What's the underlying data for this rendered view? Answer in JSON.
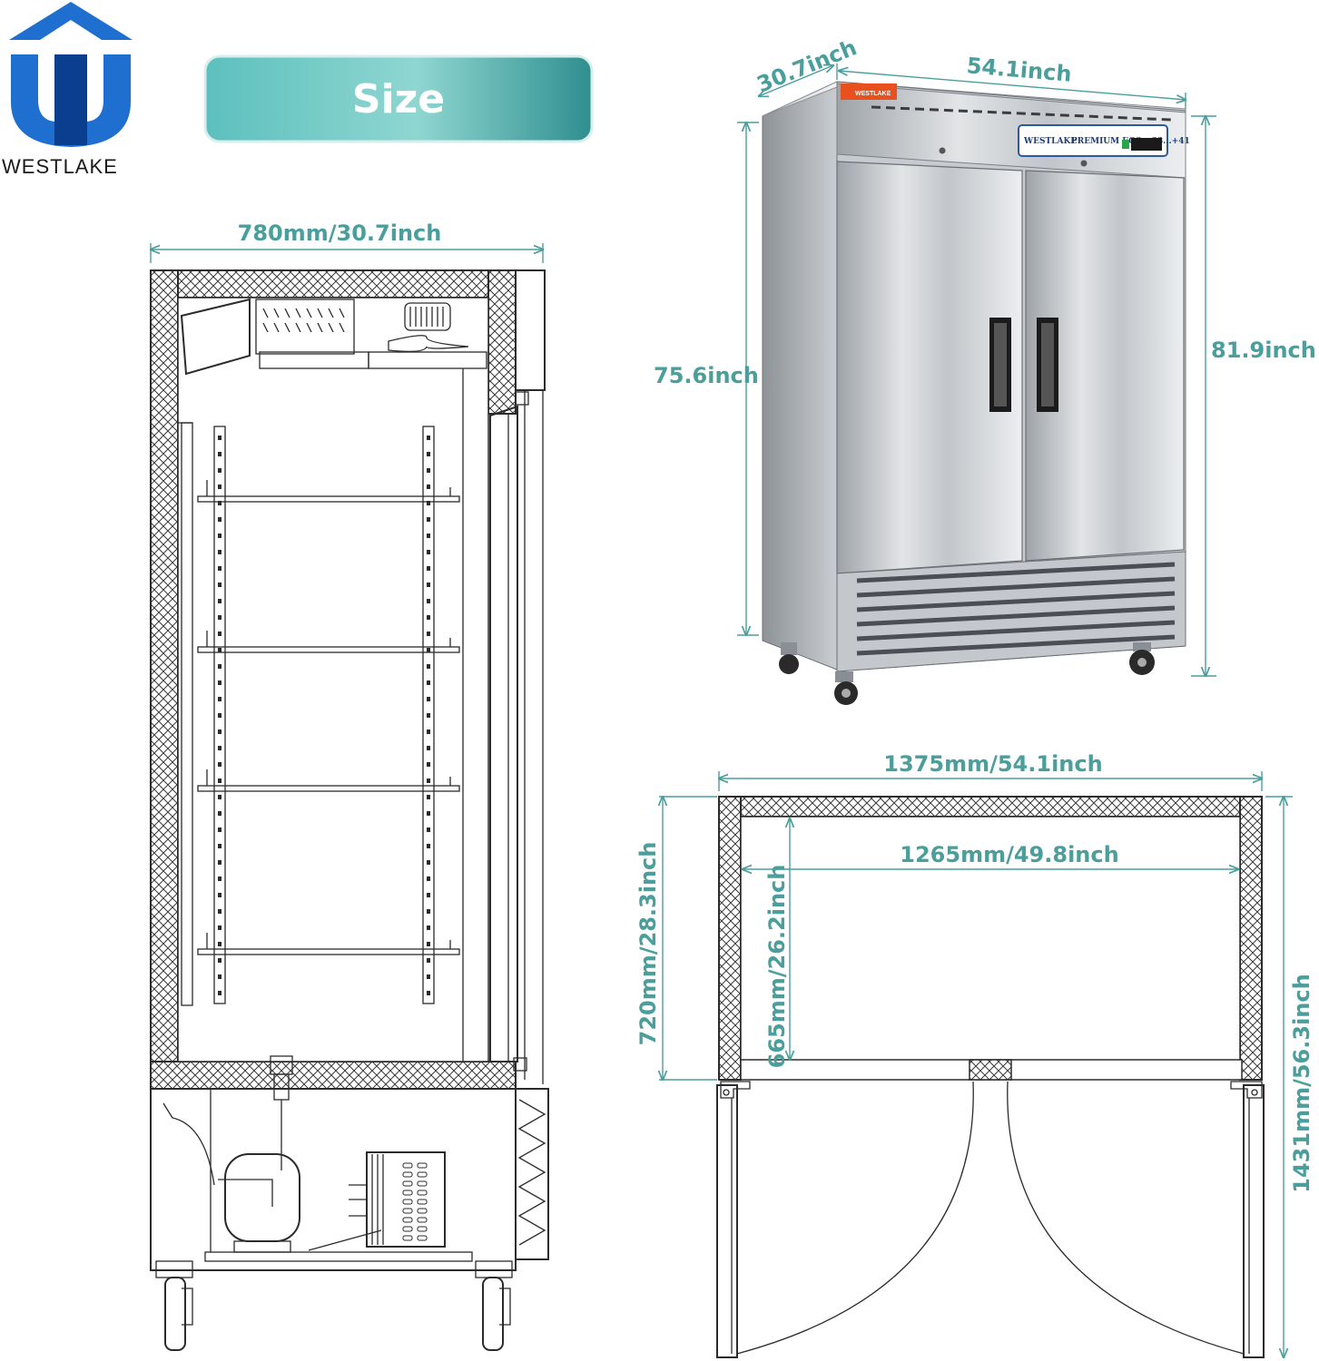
{
  "brand": {
    "name_part1": "WEST",
    "name_part2": "LAKE",
    "colors": {
      "logo_blue": "#1f6fd0",
      "logo_dark": "#0b3e8f"
    }
  },
  "banner": {
    "label": "Size",
    "color_start": "#5cc0bd",
    "color_end": "#2f8f8f"
  },
  "colors": {
    "dimension": "#4a9e9c",
    "drawing": "#2b2b2b"
  },
  "product_photo": {
    "badge_text": "WESTLAKE",
    "panel_brand": "WESTLAKE",
    "panel_text": "PREMIUM ECO  +33...+41"
  },
  "dimensions": {
    "top_depth": "30.7inch",
    "top_width": "54.1inch",
    "door_height": "75.6inch",
    "total_height": "81.9inch",
    "side_width": "780mm/30.7inch",
    "plan_outer_width": "1375mm/54.1inch",
    "plan_inner_width": "1265mm/49.8inch",
    "plan_outer_depth": "720mm/28.3inch",
    "plan_inner_depth": "665mm/26.2inch",
    "plan_depth_doors_open": "1431mm/56.3inch"
  }
}
